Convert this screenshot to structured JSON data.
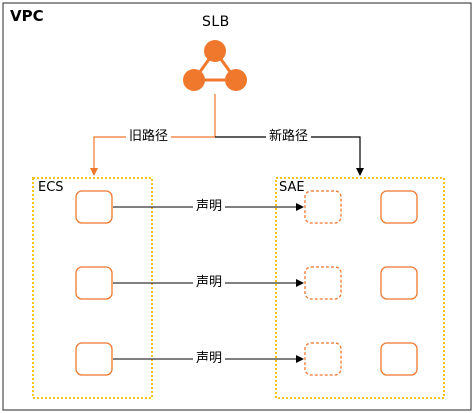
{
  "vpc": {
    "label": "VPC"
  },
  "slb": {
    "label": "SLB",
    "icon": "load-balancer-icon",
    "color": "#f0782d"
  },
  "paths": {
    "old_label": "旧路径",
    "new_label": "新路径"
  },
  "groups": {
    "ecs": {
      "label": "ECS"
    },
    "sae": {
      "label": "SAE"
    }
  },
  "arrows": [
    {
      "label": "声明"
    },
    {
      "label": "声明"
    },
    {
      "label": "声明"
    }
  ],
  "colors": {
    "accent": "#f0782d",
    "dotted_border": "#f5c518",
    "line": "#000000",
    "frame": "#4a4a4a"
  }
}
